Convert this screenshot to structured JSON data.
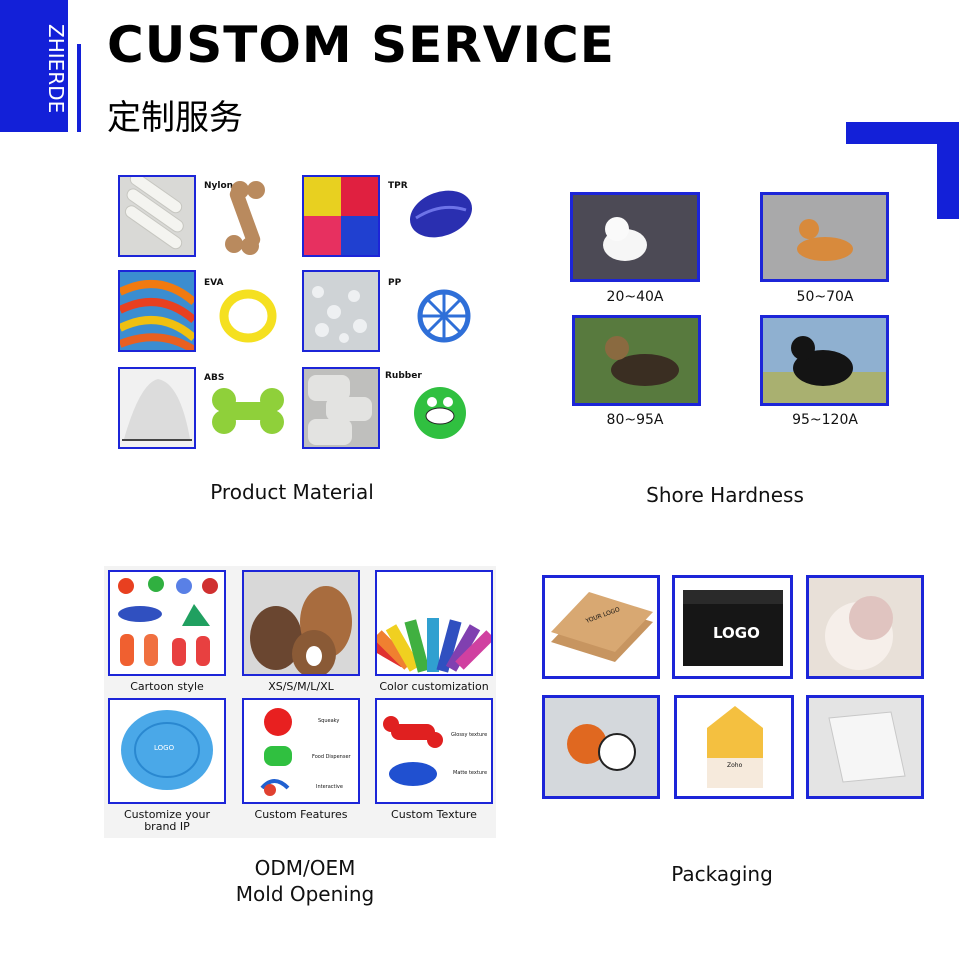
{
  "brand": "ZHIERDE",
  "header": {
    "title": "CUSTOM SERVICE",
    "subtitle": "定制服务"
  },
  "materials": {
    "caption": "Product Material",
    "items": [
      {
        "label": "Nylon"
      },
      {
        "label": "TPR"
      },
      {
        "label": "EVA"
      },
      {
        "label": "PP"
      },
      {
        "label": "ABS"
      },
      {
        "label": "Rubber"
      }
    ]
  },
  "hardness": {
    "caption": "Shore Hardness",
    "items": [
      {
        "label": "20~40A"
      },
      {
        "label": "50~70A"
      },
      {
        "label": "80~95A"
      },
      {
        "label": "95~120A"
      }
    ]
  },
  "odm": {
    "caption_line1": "ODM/OEM",
    "caption_line2": "Mold Opening",
    "tiles": [
      {
        "label": "Cartoon style"
      },
      {
        "label": "XS/S/M/L/XL"
      },
      {
        "label": "Color customization"
      },
      {
        "label": "Customize your brand IP",
        "frisbee_text": "LOGO"
      },
      {
        "label": "Custom Features",
        "sub": [
          "Squeaky",
          "Food Dispenser",
          "Interactive"
        ]
      },
      {
        "label": "Custom Texture",
        "sub": [
          "Glossy texture",
          "Matte texture"
        ]
      }
    ]
  },
  "packaging": {
    "caption": "Packaging",
    "kraft_text": "YOUR LOGO",
    "box_text": "LOGO",
    "house_text": "Zoho"
  },
  "colors": {
    "accent": "#1320d8"
  }
}
